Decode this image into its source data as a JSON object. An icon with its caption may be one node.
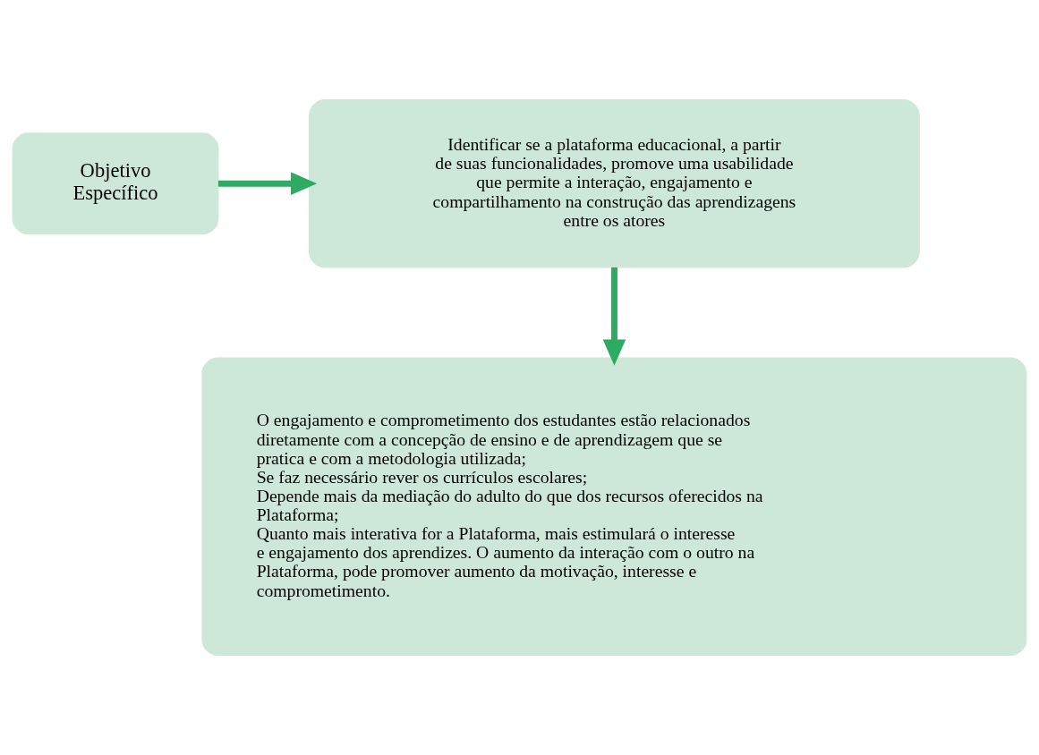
{
  "diagram": {
    "nodes": [
      {
        "text": [
          "Objetivo Específico"
        ]
      },
      {
        "text": [
          "Identificar se a plataforma educacional, a partir de suas funcionalidades, promove uma usabilidade que permite a interação, engajamento e compartilhamento na construção das aprendizagens entre os atores"
        ]
      },
      {
        "text": [
          "O engajamento e comprometimento dos estudantes estão relacionados diretamente com a concepção de ensino e de aprendizagem que se pratica e com a metodologia utilizada;",
          "Se faz necessário rever os currículos escolares;",
          "Depende mais da mediação do adulto do que dos recursos oferecidos na Plataforma;",
          "Quanto mais interativa for a Plataforma, mais estimulará o interesse e engajamento dos aprendizes. O aumento da interação com o outro na Plataforma, pode promover aumento da motivação, interesse e comprometimento."
        ]
      }
    ],
    "edges": [
      {
        "from": 0,
        "to": 1,
        "arrow": "to"
      },
      {
        "from": 1,
        "to": 2,
        "arrow": "to"
      }
    ]
  }
}
